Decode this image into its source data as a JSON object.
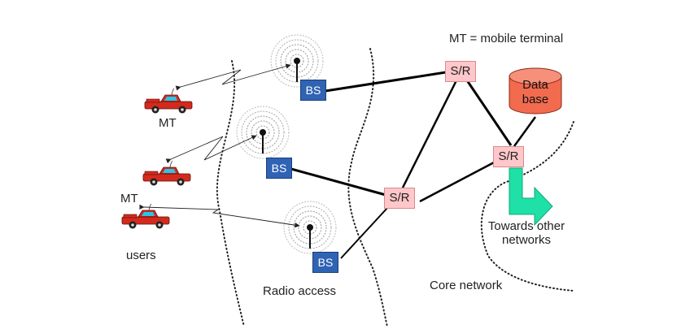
{
  "legend": "MT = mobile terminal",
  "nodes": {
    "bs_label": "BS",
    "sr_label": "S/R",
    "database_line1": "Data",
    "database_line2": "base"
  },
  "labels": {
    "mt_top": "MT",
    "mt_middle": "MT",
    "users": "users",
    "radio_access": "Radio access",
    "core_network": "Core network",
    "towards_line1": "Towards other",
    "towards_line2": "networks"
  },
  "colors": {
    "bs_fill": "#2f63b4",
    "sr_fill": "#ffc7c9",
    "database_fill": "#f26b4f",
    "arrow_fill": "#1fe0a6",
    "car_body": "#d42a1e"
  }
}
